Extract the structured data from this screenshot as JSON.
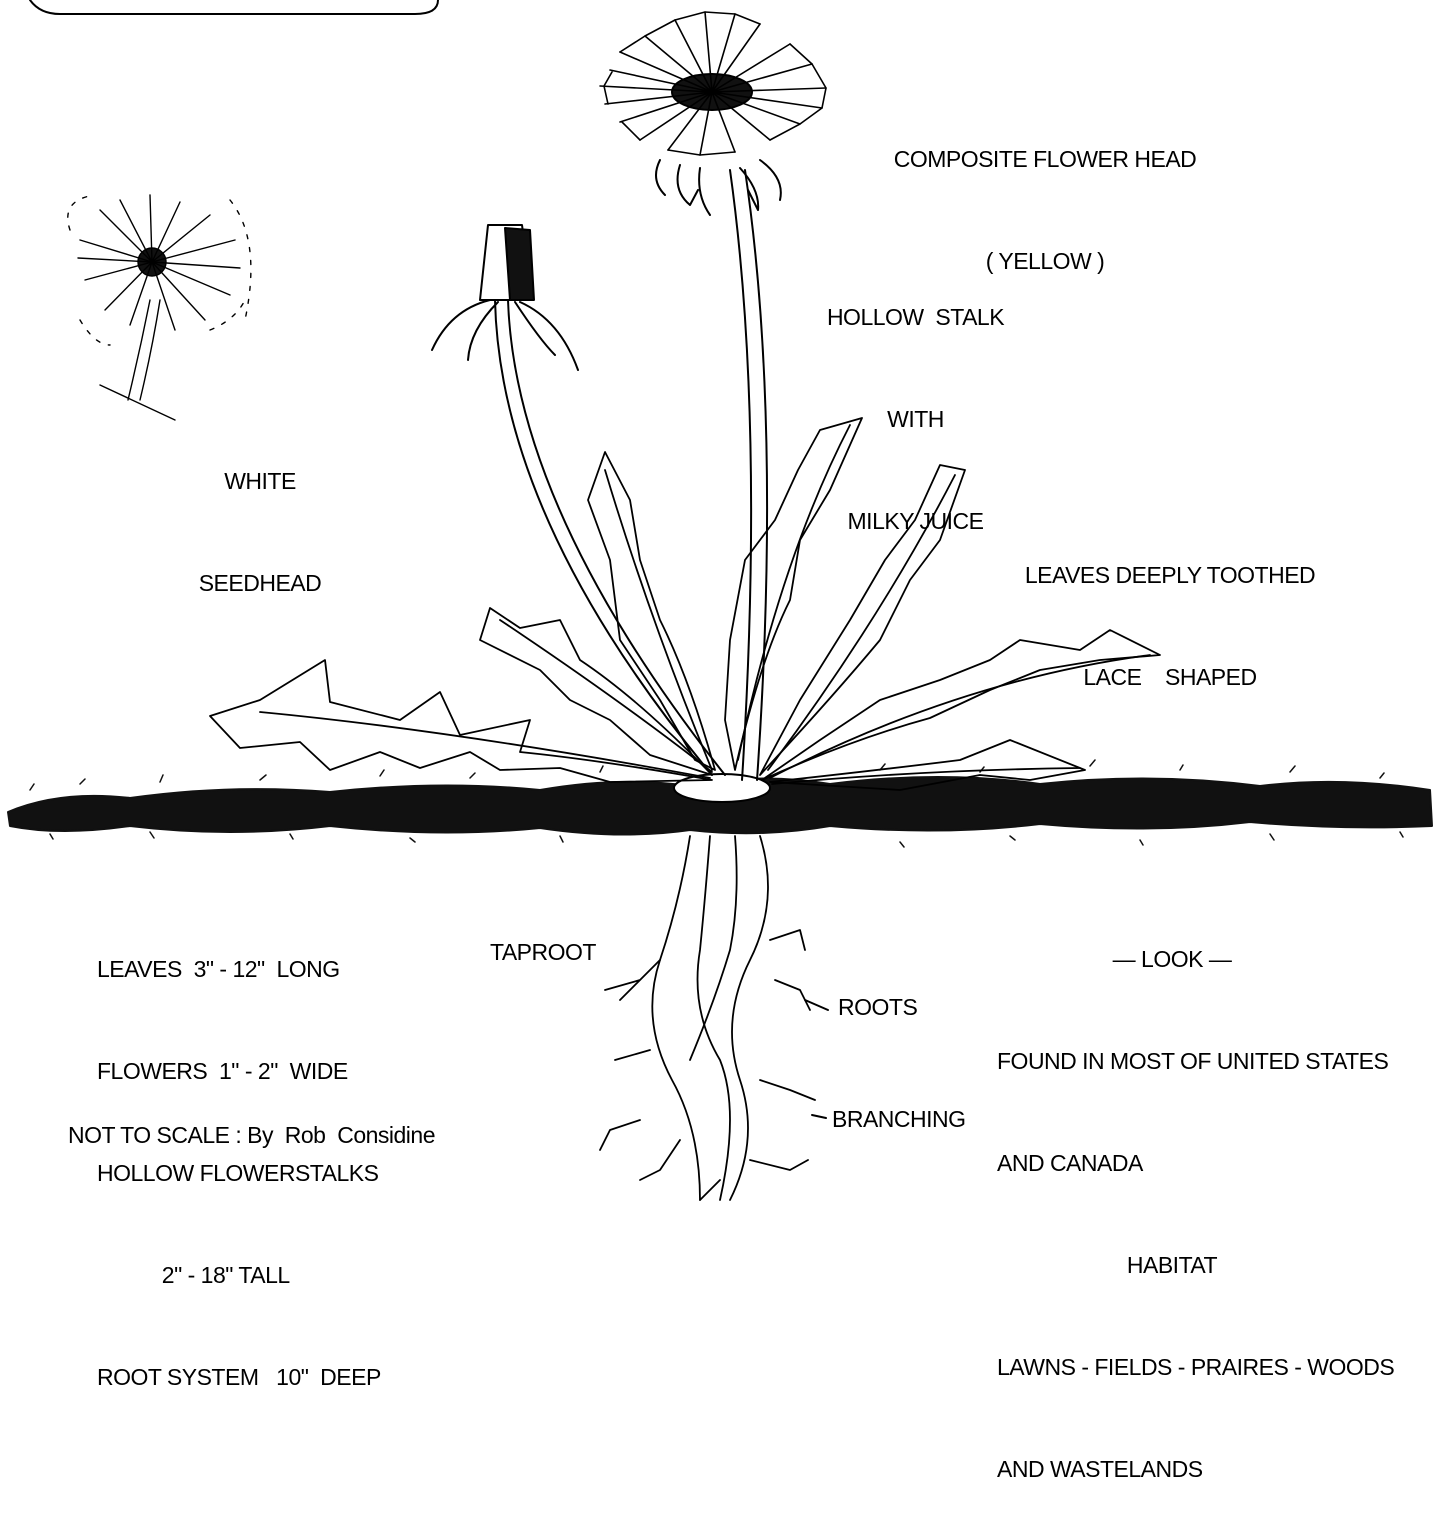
{
  "labels": {
    "flower_head": [
      "COMPOSITE FLOWER HEAD",
      "( YELLOW )"
    ],
    "stalk": [
      "HOLLOW  STALK",
      "WITH",
      "MILKY JUICE"
    ],
    "seedhead": [
      "WHITE",
      "SEEDHEAD"
    ],
    "leaves": [
      "LEAVES DEEPLY TOOTHED",
      "LACE    SHAPED"
    ],
    "taproot": "TAPROOT",
    "roots": "ROOTS",
    "branching": "BRANCHING"
  },
  "facts": [
    "LEAVES  3\" - 12\"  LONG",
    "FLOWERS  1\" - 2\"  WIDE",
    "HOLLOW FLOWERSTALKS",
    "           2\" - 18\" TALL",
    "ROOT SYSTEM   10\"  DEEP"
  ],
  "credit": "NOT TO SCALE : By  Rob  Considine",
  "look": {
    "heading": "— LOOK —",
    "lines": [
      "FOUND IN MOST OF UNITED STATES",
      "AND CANADA"
    ],
    "habitat_heading": "HABITAT",
    "habitat_lines": [
      "LAWNS - FIELDS - PRAIRES - WOODS",
      "AND WASTELANDS"
    ]
  }
}
